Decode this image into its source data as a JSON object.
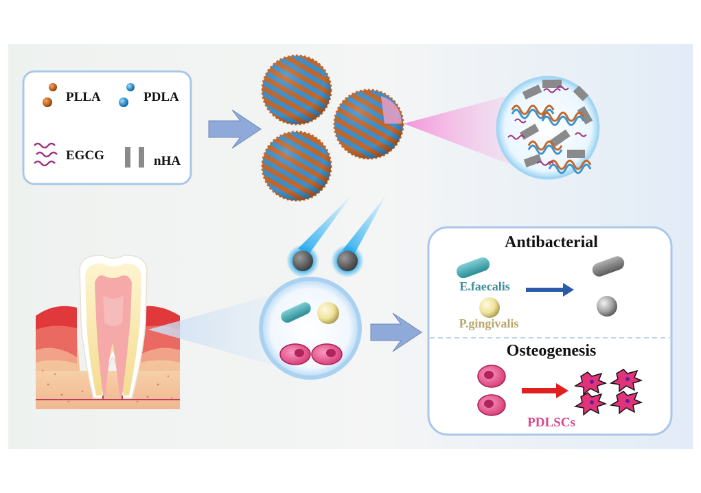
{
  "legend": {
    "plla_label": "PLLA",
    "pdla_label": "PDLA",
    "egcg_label": "EGCG",
    "nha_label": "nHA"
  },
  "panel": {
    "antibacterial_title": "Antibacterial",
    "bacteria1_label": "E.faecalis",
    "bacteria2_label": "P.gingivalis",
    "osteogenesis_title": "Osteogenesis",
    "cells_label": "PDLSCs"
  },
  "colors": {
    "plla": "#c2641f",
    "pdla": "#3a93cf",
    "egcg": "#a0307e",
    "nha": "#8a8a8a",
    "e_faecalis_text": "#3d8f9a",
    "p_gingivalis_text": "#b8a66a",
    "pdlscs_text": "#d84a8a",
    "panel_border": "#a9c7e8",
    "arrow_fill": "#8faad8",
    "antibacterial_arrow": "#2a5aa8",
    "osteo_arrow": "#e02020"
  },
  "icons": [
    "plla-bead-icon",
    "pdla-bead-icon",
    "egcg-squiggle-icon",
    "nha-rod-icon",
    "microsphere-icon",
    "tooth-icon",
    "bacteria-icon",
    "cell-icon",
    "arrow-icon"
  ]
}
